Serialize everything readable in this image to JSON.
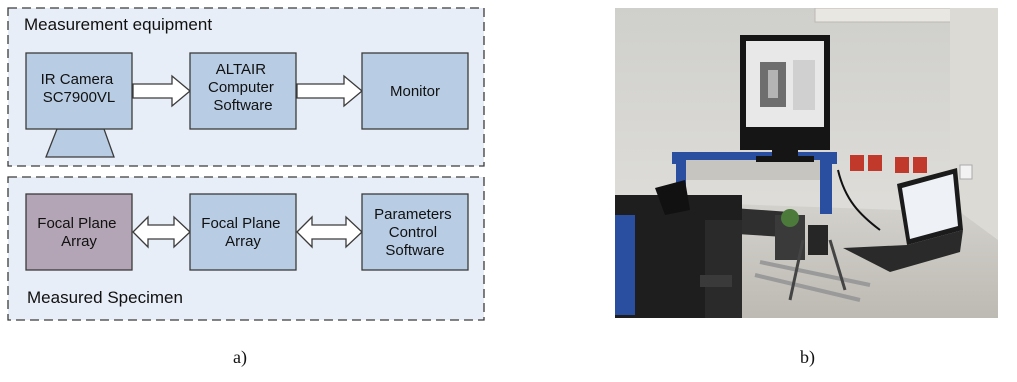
{
  "panel_a": {
    "top_group_title": "Measurement equipment",
    "bottom_group_title": "Measured Specimen",
    "boxes": {
      "ir_camera": [
        "IR Camera",
        "SC7900VL"
      ],
      "altair": [
        "ALTAIR",
        "Computer",
        "Software"
      ],
      "monitor": [
        "Monitor"
      ],
      "focal_plane_specimen": [
        "Focal Plane",
        "Array"
      ],
      "focal_plane_middle": [
        "Focal Plane",
        "Array"
      ],
      "parameters": [
        "Parameters",
        "Control",
        "Software"
      ]
    },
    "caption": "a)"
  },
  "panel_b": {
    "caption": "b)"
  },
  "colors": {
    "box_fill": "#b8cce4",
    "specimen_box_fill": "#b3a5b5",
    "group_fill": "#e8eef7",
    "stroke": "#3b3b3b"
  }
}
